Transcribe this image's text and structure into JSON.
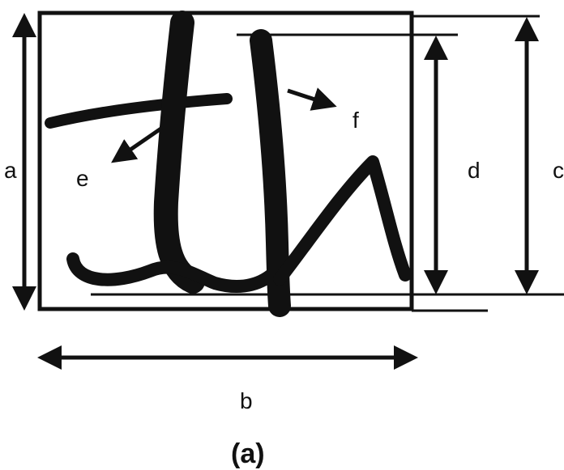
{
  "labels": {
    "a": "a",
    "b": "b",
    "c": "c",
    "d": "d",
    "e": "e",
    "f": "f"
  },
  "caption": "(a)",
  "handwriting_text": "th"
}
